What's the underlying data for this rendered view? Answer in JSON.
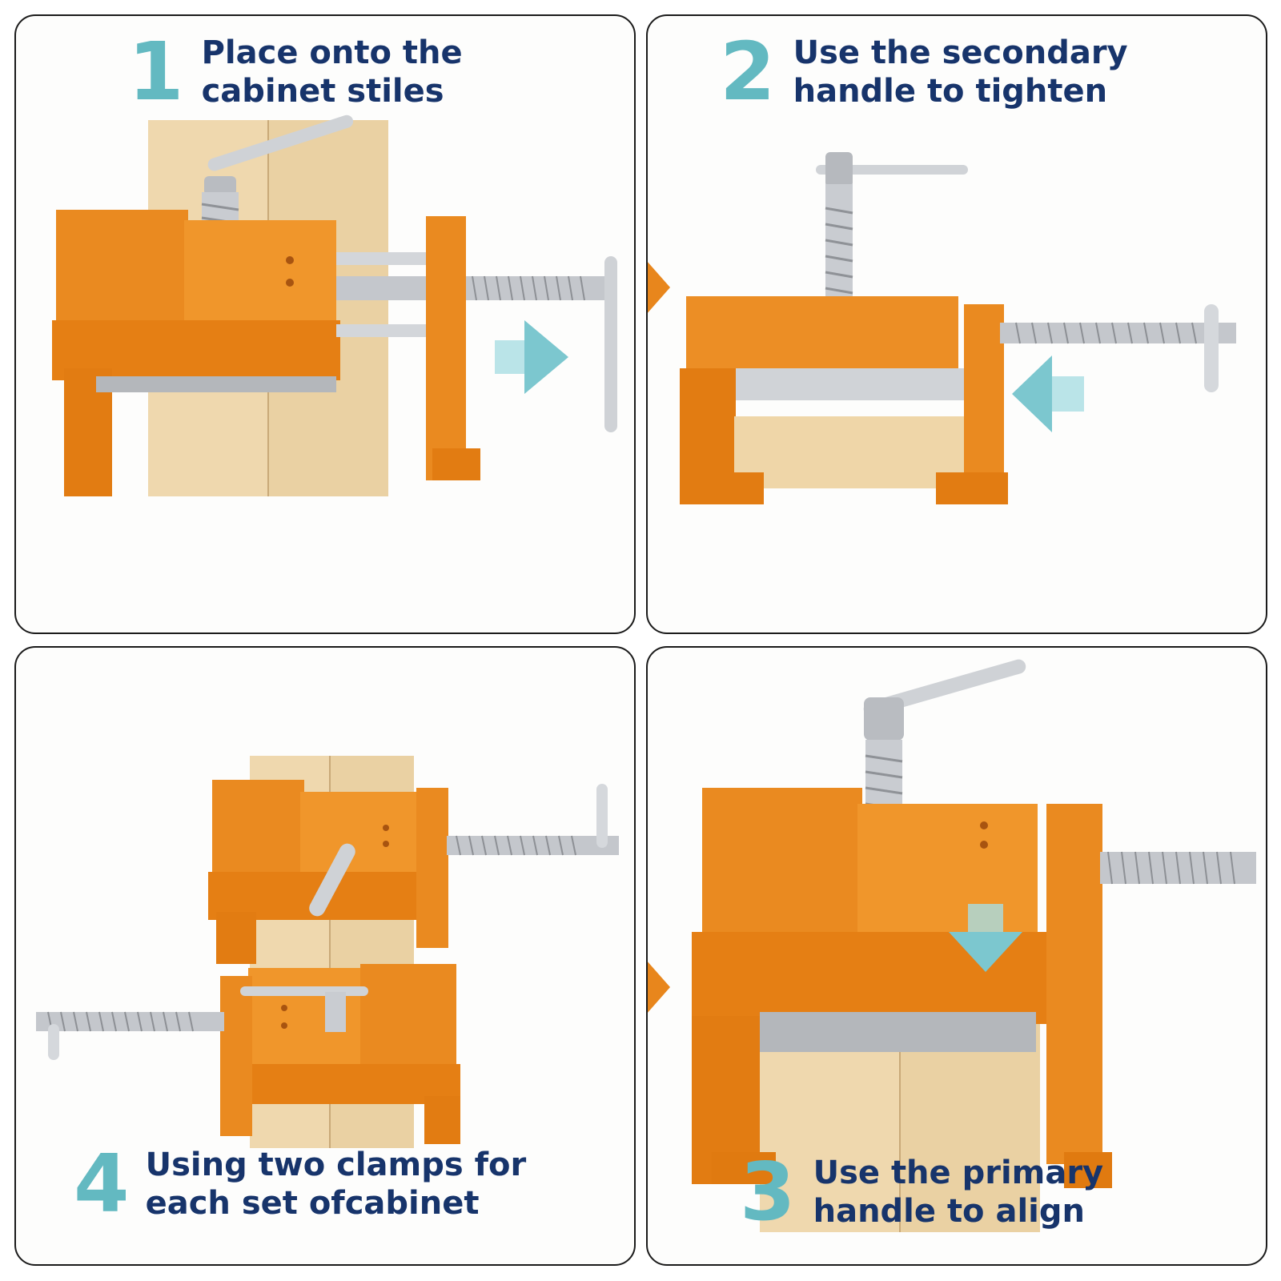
{
  "steps": [
    {
      "number": "1",
      "line1": "Place onto the",
      "line2": "cabinet stiles"
    },
    {
      "number": "2",
      "line1": "Use the secondary",
      "line2": "handle to tighten"
    },
    {
      "number": "3",
      "line1": "Use the primary",
      "line2": "handle to align"
    },
    {
      "number": "4",
      "line1": "Using two clamps for",
      "line2": "each set ofcabinet"
    }
  ],
  "colors": {
    "number": "#63b9c1",
    "text": "#17346b",
    "clamp": "#e8861c",
    "clamp_shadow": "#c4620a",
    "wood": "#efd7ac",
    "steel": "#c9ccd1",
    "arrow": "#7cc7cf",
    "border": "#1b1b1b"
  },
  "icons": [
    "arrow-right-icon",
    "arrow-left-icon",
    "arrow-down-icon"
  ]
}
